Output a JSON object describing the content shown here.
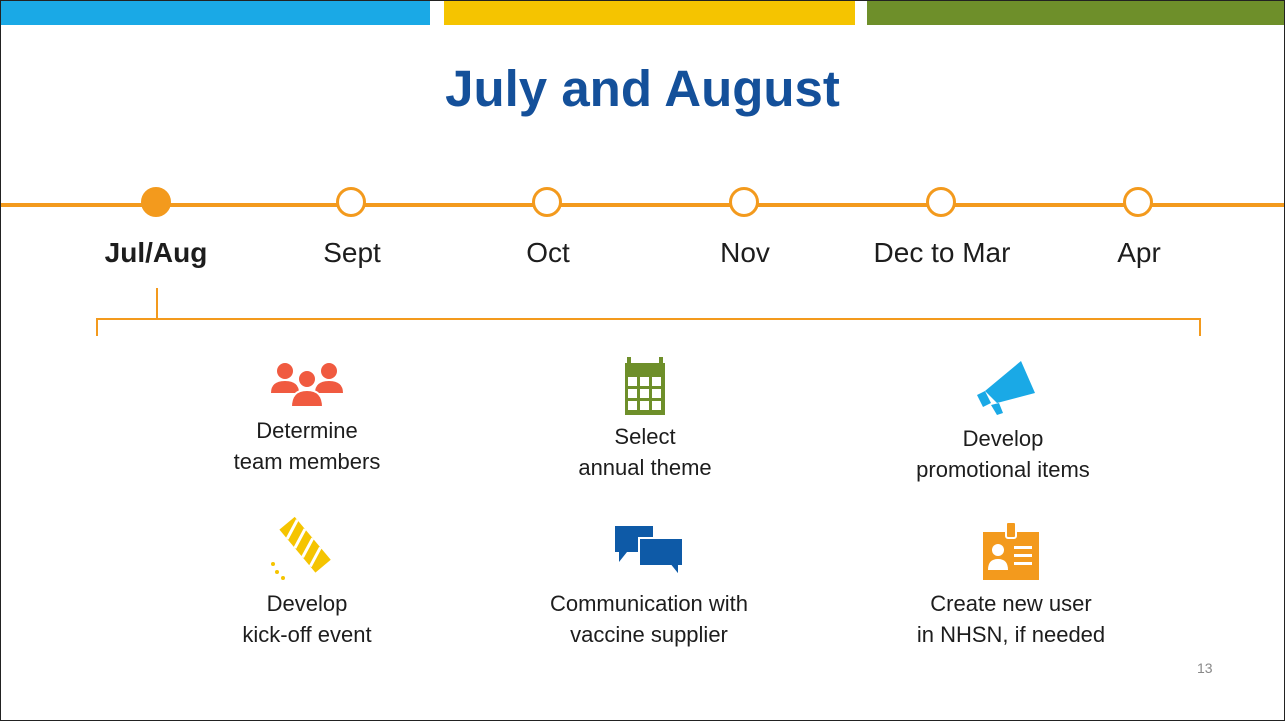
{
  "slide": {
    "title": "July and August",
    "page_number": "13"
  },
  "timeline": {
    "months": [
      "Jul/Aug",
      "Sept",
      "Oct",
      "Nov",
      "Dec to Mar",
      "Apr"
    ],
    "active_month": "Jul/Aug"
  },
  "tasks": [
    {
      "line1": "Determine",
      "line2": "team members",
      "icon": "team-icon",
      "color": "#f05a40"
    },
    {
      "line1": "Select",
      "line2": "annual theme",
      "icon": "calendar-icon",
      "color": "#6e8f2a"
    },
    {
      "line1": "Develop",
      "line2": "promotional items",
      "icon": "megaphone-icon",
      "color": "#1aa9e6"
    },
    {
      "line1": "Develop",
      "line2": "kick-off event",
      "icon": "firecracker-icon",
      "color": "#f5c400"
    },
    {
      "line1": "Communication with",
      "line2": "vaccine supplier",
      "icon": "chat-bubbles-icon",
      "color": "#0e5aa7"
    },
    {
      "line1": "Create new user",
      "line2": "in NHSN, if needed",
      "icon": "id-badge-icon",
      "color": "#f39a1d"
    }
  ],
  "colors": {
    "title": "#14509a",
    "timeline": "#f39a1d",
    "bar_blue": "#1aa9e6",
    "bar_yellow": "#f5c400",
    "bar_green": "#6e8f2a"
  }
}
